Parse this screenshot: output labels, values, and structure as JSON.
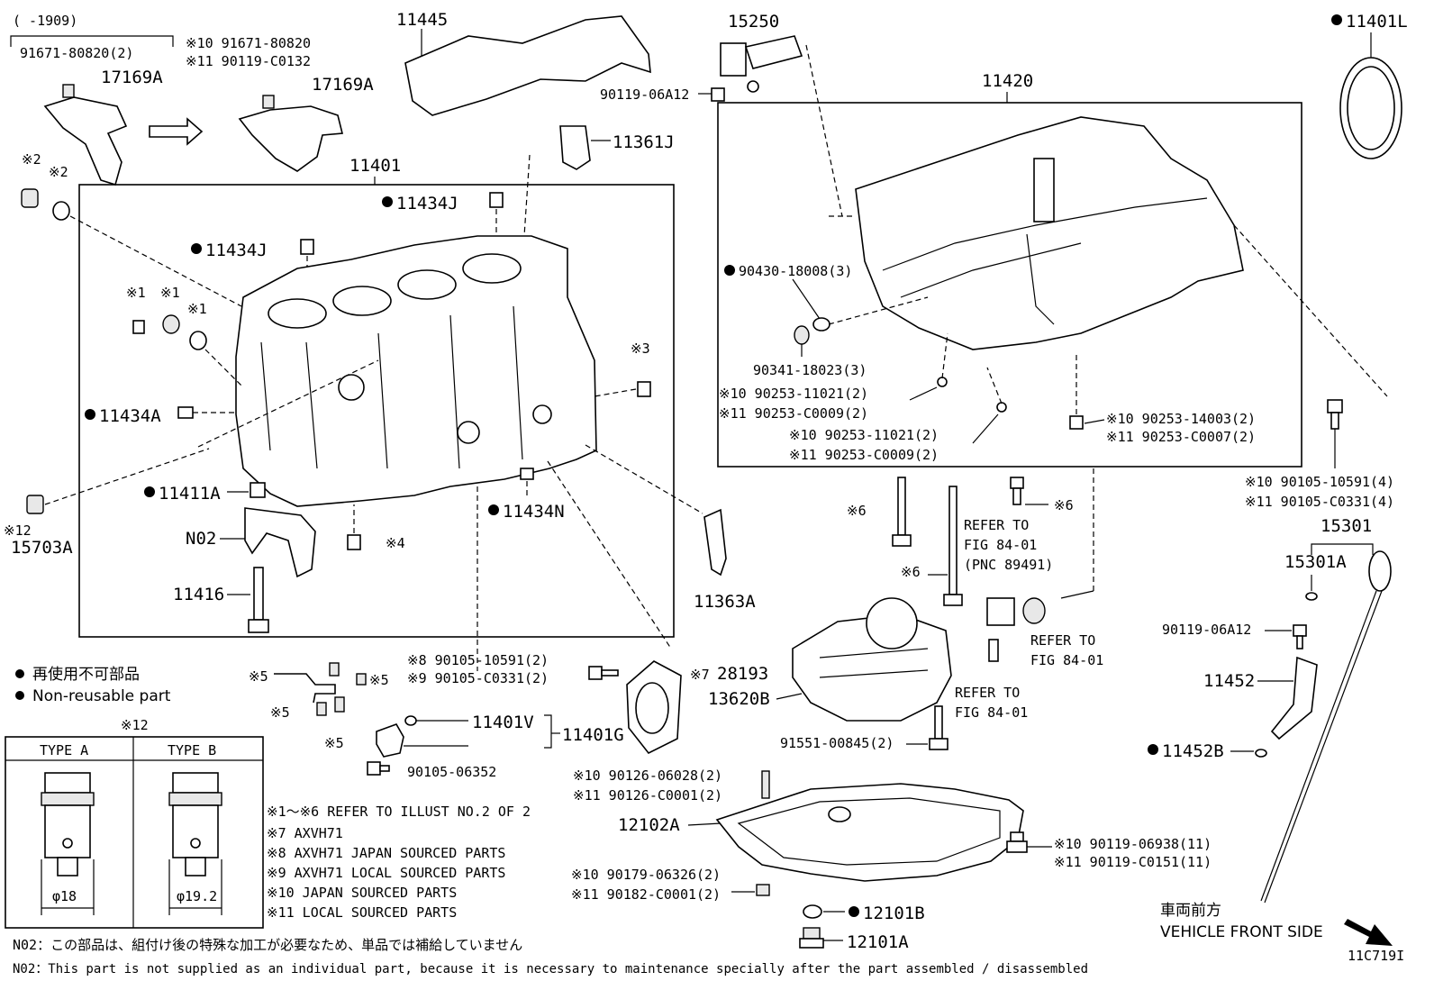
{
  "header": {
    "date_range": "(    -1909)"
  },
  "illustration_id": "11C719I",
  "direction": {
    "jp": "車両前方",
    "en": "VEHICLE FRONT SIDE"
  },
  "legend": {
    "jp": "再使用不可部品",
    "en": "Non-reusable part"
  },
  "type_table": {
    "header": "※12",
    "type_a": {
      "title": "TYPE A",
      "dim": "φ18"
    },
    "type_b": {
      "title": "TYPE B",
      "dim": "φ19.2"
    }
  },
  "notes": [
    "※1～※6  REFER TO ILLUST NO.2 OF 2",
    "※7 AXVH71",
    "※8 AXVH71 JAPAN SOURCED PARTS",
    "※9 AXVH71 LOCAL SOURCED PARTS",
    "※10 JAPAN SOURCED PARTS",
    "※11 LOCAL SOURCED PARTS"
  ],
  "footnote_jp": "N02：この部品は、組付け後の特殊な加工が必要なため、単品では補給していません",
  "footnote_en": "N02：This part is not supplied as an individual part, because it is necessary to maintenance specially after the part assembled / disassembled",
  "callouts": {
    "c_91671_2": "91671-80820(2)",
    "c_17169a_l": "17169A",
    "c_10_91671": "※10 91671-80820",
    "c_11_90119": "※11 90119-C0132",
    "c_17169a_r": "17169A",
    "c_11445": "11445",
    "c_15250": "15250",
    "c_90119_06a12_t": "90119-06A12",
    "c_11361j": "11361J",
    "c_11420": "11420",
    "c_11401l": "11401L",
    "c_x2a": "※2",
    "c_x2b": "※2",
    "c_11401": "11401",
    "c_11434j_a": "11434J",
    "c_11434j_b": "11434J",
    "c_x1a": "※1",
    "c_x1b": "※1",
    "c_x1c": "※1",
    "c_x3": "※3",
    "c_11434a": "11434A",
    "c_11411a": "11411A",
    "c_11434n": "11434N",
    "c_n02": "N02",
    "c_x4": "※4",
    "c_x12": "※12",
    "c_15703a": "15703A",
    "c_11416": "11416",
    "c_90430": "90430-18008(3)",
    "c_90341": "90341-18023(3)",
    "c_10_90253_11021_a": "※10 90253-11021(2)",
    "c_11_90253_c0009_a": "※11 90253-C0009(2)",
    "c_10_90253_11021_b": "※10 90253-11021(2)",
    "c_11_90253_c0009_b": "※11 90253-C0009(2)",
    "c_10_90253_14003": "※10 90253-14003(2)",
    "c_11_90253_c0007": "※11 90253-C0007(2)",
    "c_10_90105_10591_r": "※10 90105-10591(4)",
    "c_11_90105_c0331_r": "※11 90105-C0331(4)",
    "c_x6a": "※6",
    "c_x6b": "※6",
    "c_x6c": "※6",
    "c_refer1": "REFER TO",
    "c_fig1": "FIG 84-01",
    "c_pnc": "(PNC 89491)",
    "c_refer2": "REFER TO",
    "c_fig2": "FIG 84-01",
    "c_refer3": "REFER TO",
    "c_fig3": "FIG 84-01",
    "c_15301": "15301",
    "c_15301a": "15301A",
    "c_90119_06a12_r": "90119-06A12",
    "c_11452": "11452",
    "c_11452b": "11452B",
    "c_11363a": "11363A",
    "c_x7": "※7",
    "c_28193": "28193",
    "c_13620b": "13620B",
    "c_91551": "91551-00845(2)",
    "c_8_90105": "※8 90105-10591(2)",
    "c_9_90105": "※9 90105-C0331(2)",
    "c_x5a": "※5",
    "c_x5b": "※5",
    "c_x5c": "※5",
    "c_x5d": "※5",
    "c_11401v": "11401V",
    "c_11401g": "11401G",
    "c_90105_06352": "90105-06352",
    "c_10_90126": "※10 90126-06028(2)",
    "c_11_90126": "※11 90126-C0001(2)",
    "c_12102a": "12102A",
    "c_10_90119_06938": "※10 90119-06938(11)",
    "c_11_90119_c0151": "※11 90119-C0151(11)",
    "c_10_90179": "※10 90179-06326(2)",
    "c_11_90182": "※11 90182-C0001(2)",
    "c_12101b": "12101B",
    "c_12101a": "12101A"
  }
}
